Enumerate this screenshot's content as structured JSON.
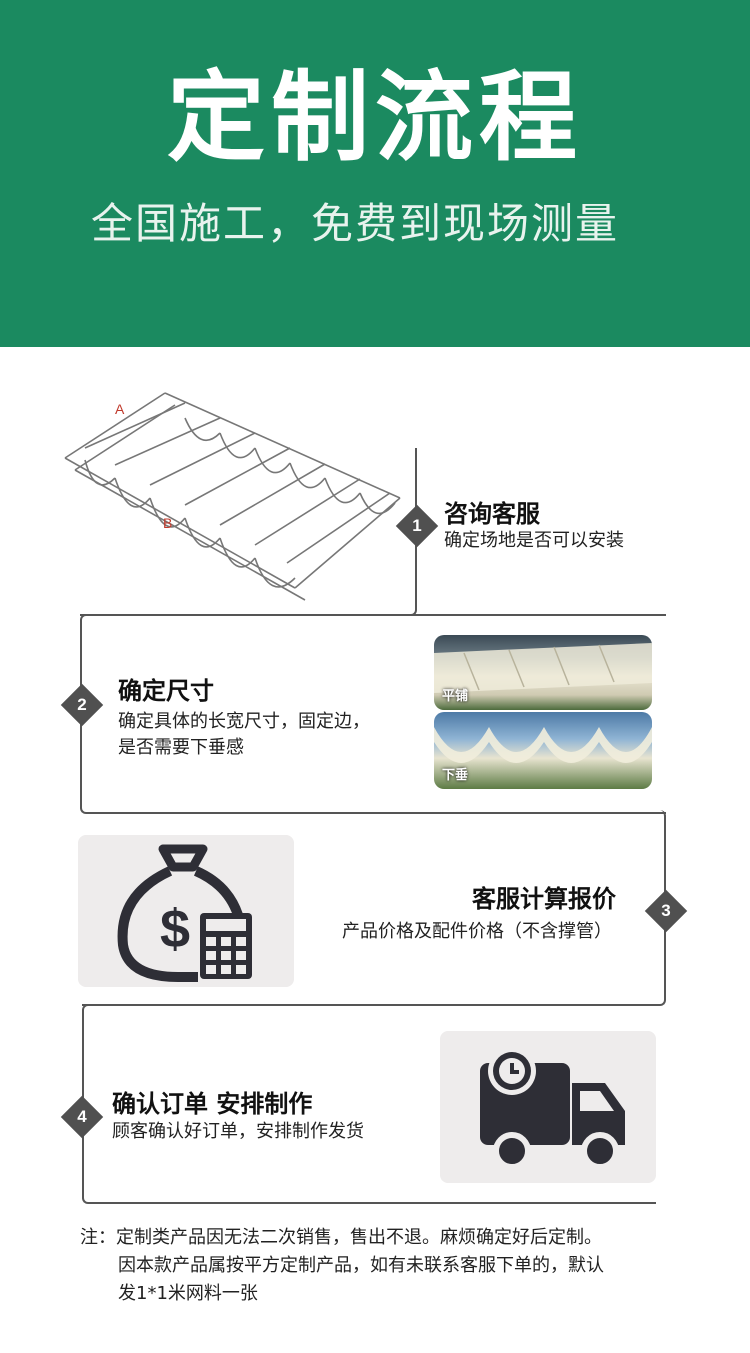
{
  "header": {
    "title": "定制流程",
    "subtitle": "全国施工，免费到现场测量"
  },
  "diagram": {
    "label_a": "A",
    "label_b": "B"
  },
  "steps": [
    {
      "number": "1",
      "title": "咨询客服",
      "desc": "确定场地是否可以安装"
    },
    {
      "number": "2",
      "title": "确定尺寸",
      "desc_line1": "确定具体的长宽尺寸，固定边，",
      "desc_line2": "是否需要下垂感"
    },
    {
      "number": "3",
      "title": "客服计算报价",
      "desc": "产品价格及配件价格（不含撑管）"
    },
    {
      "number": "4",
      "title": "确认订单 安排制作",
      "desc": "顾客确认好订单，安排制作发货"
    }
  ],
  "photos": {
    "flat_label": "平铺",
    "hang_label": "下垂"
  },
  "icons": {
    "step3": "money-bag-calculator-icon",
    "step4": "delivery-truck-clock-icon"
  },
  "note": {
    "line1": "注：定制类产品因无法二次销售，售出不退。麻烦确定好后定制。",
    "line2": "因本款产品属按平方定制产品，如有未联系客服下单的，默认",
    "line3": "发1*1米网料一张"
  },
  "colors": {
    "header_bg": "#1b8a60",
    "line": "#555555",
    "badge": "#505050",
    "icon_box": "#eeecec"
  }
}
